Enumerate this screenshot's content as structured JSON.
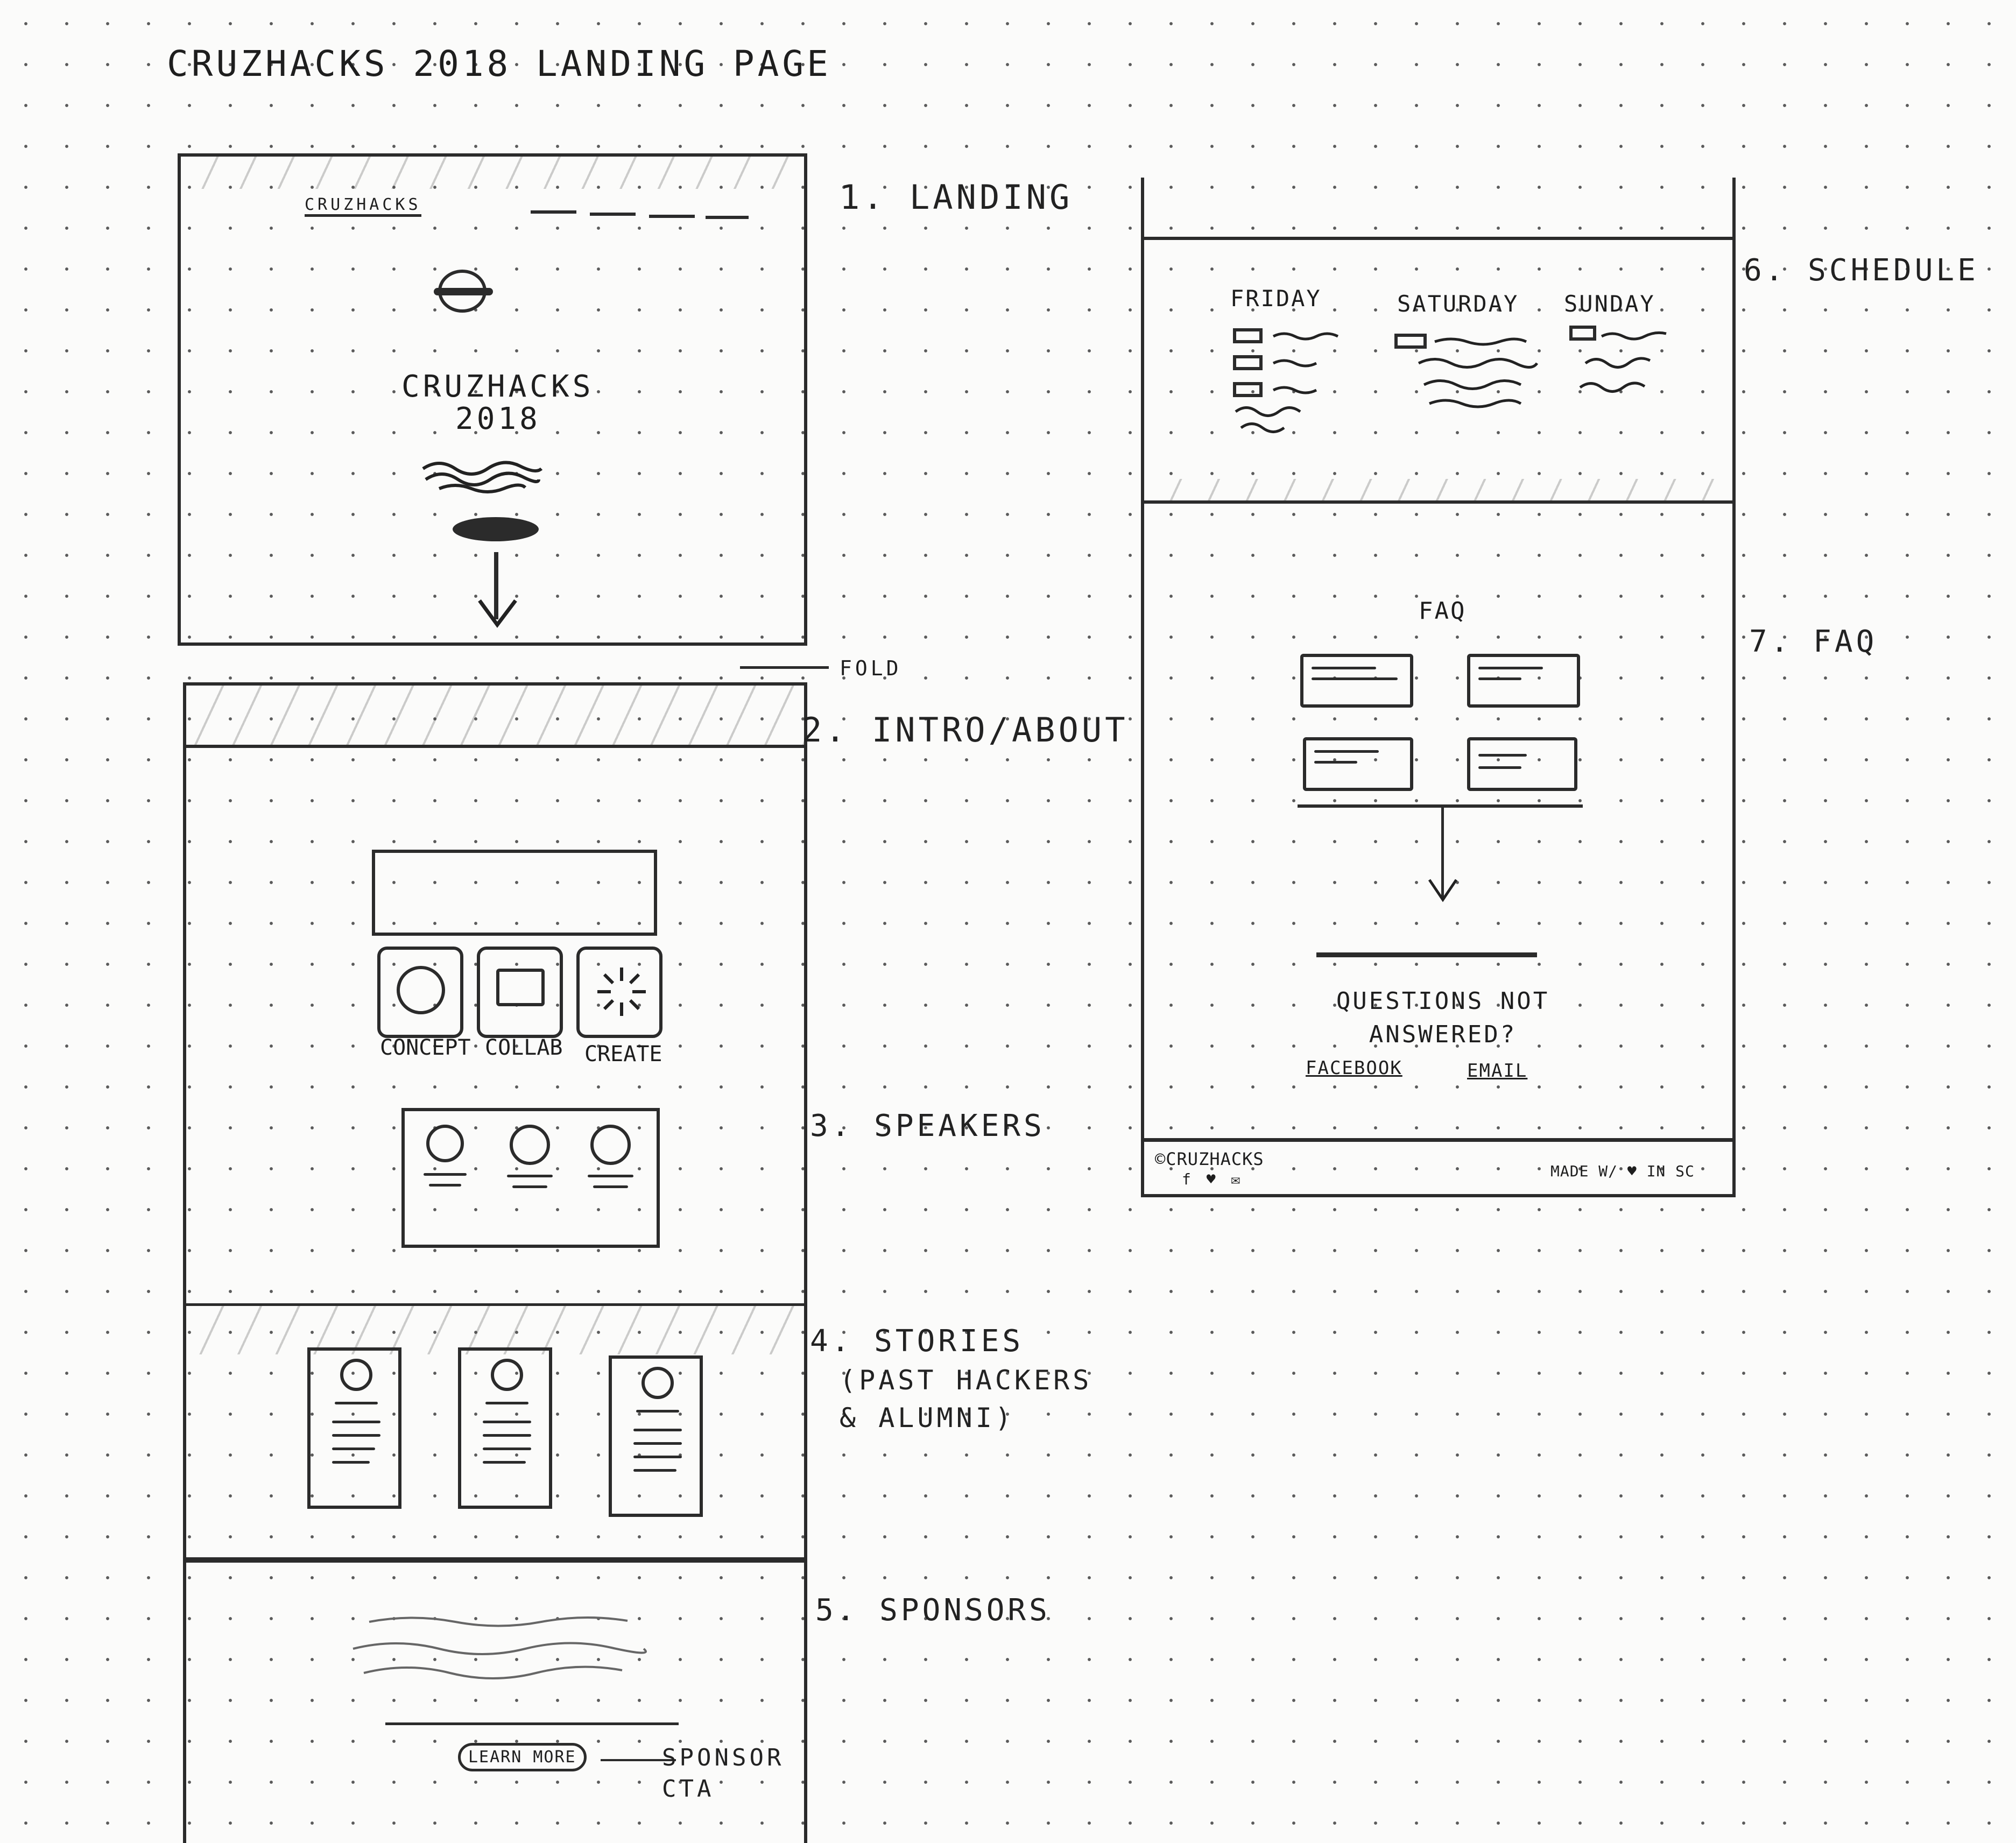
{
  "page_title": "CRUZHACKS 2018 LANDING PAGE",
  "sections": {
    "landing": "1. LANDING",
    "intro": "2. INTRO/ABOUT",
    "speakers": "3. SPEAKERS",
    "stories": "4. STORIES",
    "stories_note": "(PAST HACKERS & ALUMNI)",
    "sponsors": "5. SPONSORS",
    "schedule": "6. SCHEDULE",
    "faq": "7. FAQ"
  },
  "landing": {
    "nav_logo": "CRUZHACKS",
    "hero_title": "CRUZHACKS",
    "hero_year": "2018",
    "fold_label": "FOLD"
  },
  "intro": {
    "features": [
      "CONCEPT",
      "COLLAB",
      "CREATE"
    ]
  },
  "sponsors": {
    "cta_button": "LEARN MORE",
    "cta_label": "SPONSOR CTA"
  },
  "schedule": {
    "days": [
      "FRIDAY",
      "SATURDAY",
      "SUNDAY"
    ]
  },
  "faq": {
    "heading": "FAQ",
    "questions_prompt": "QUESTIONS NOT ANSWERED?",
    "links": [
      "FACEBOOK",
      "EMAIL"
    ]
  },
  "footer": {
    "copyright": "©CRUZHACKS",
    "social_icons": "f ♥ ✉",
    "made_with": "MADE W/ ♥ IN SC"
  }
}
